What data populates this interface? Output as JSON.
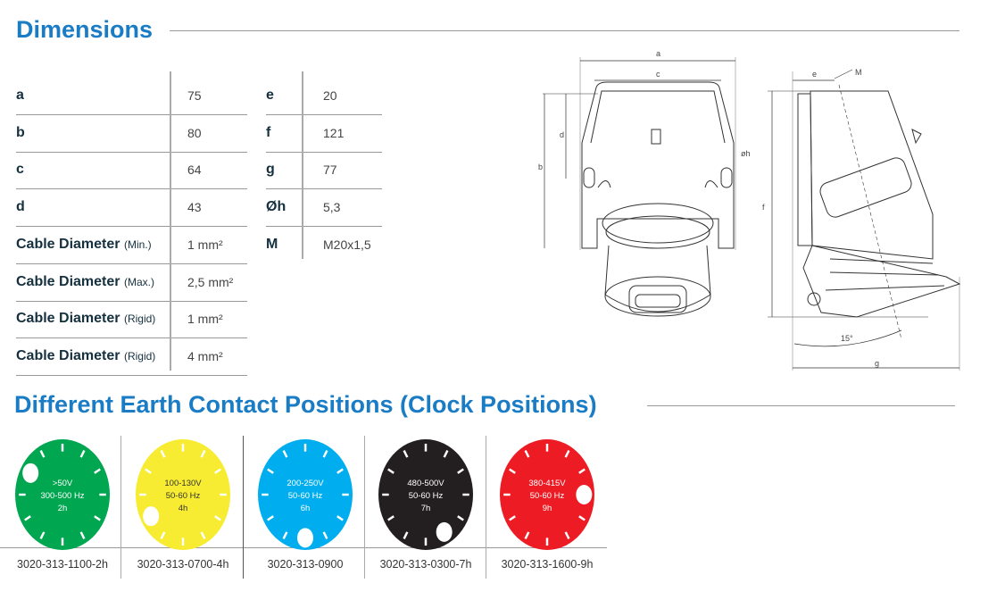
{
  "dimensions": {
    "title": "Dimensions",
    "left_rows": [
      {
        "label": "a",
        "qualifier": "",
        "value": "75"
      },
      {
        "label": "b",
        "qualifier": "",
        "value": "80"
      },
      {
        "label": "c",
        "qualifier": "",
        "value": "64"
      },
      {
        "label": "d",
        "qualifier": "",
        "value": "43"
      },
      {
        "label": "Cable Diameter",
        "qualifier": "(Min.)",
        "value": "1 mm²"
      },
      {
        "label": "Cable Diameter",
        "qualifier": "(Max.)",
        "value": "2,5 mm²"
      },
      {
        "label": "Cable Diameter",
        "qualifier": "(Rigid)",
        "value": "1 mm²"
      },
      {
        "label": "Cable Diameter",
        "qualifier": "(Rigid)",
        "value": "4 mm²"
      }
    ],
    "right_rows": [
      {
        "label": "e",
        "value": "20"
      },
      {
        "label": "f",
        "value": "121"
      },
      {
        "label": "g",
        "value": "77"
      },
      {
        "label": "Øh",
        "value": "5,3"
      },
      {
        "label": "M",
        "value": "M20x1,5"
      }
    ],
    "drawing_labels": {
      "a": "a",
      "c": "c",
      "d": "d",
      "b": "b",
      "h": "øh",
      "e": "e",
      "m": "M",
      "f": "f",
      "angle": "15°",
      "g": "g"
    }
  },
  "clock_section": {
    "title": "Different Earth Contact Positions (Clock Positions)",
    "items": [
      {
        "color": "#00a650",
        "text_color": "#ffffff",
        "line1": ">50V",
        "line2": "300-500 Hz",
        "line3": "2h",
        "hour": 2,
        "code": "3020-313-1100-2h"
      },
      {
        "color": "#f7ec31",
        "text_color": "#333333",
        "line1": "100-130V",
        "line2": "50-60 Hz",
        "line3": "4h",
        "hour": 4,
        "code": "3020-313-0700-4h"
      },
      {
        "color": "#00aeef",
        "text_color": "#ffffff",
        "line1": "200-250V",
        "line2": "50-60 Hz",
        "line3": "6h",
        "hour": 6,
        "code": "3020-313-0900"
      },
      {
        "color": "#231f20",
        "text_color": "#ffffff",
        "line1": "480-500V",
        "line2": "50-60 Hz",
        "line3": "7h",
        "hour": 7,
        "code": "3020-313-0300-7h"
      },
      {
        "color": "#ed1c24",
        "text_color": "#ffffff",
        "line1": "380-415V",
        "line2": "50-60 Hz",
        "line3": "9h",
        "hour": 9,
        "code": "3020-313-1600-9h"
      }
    ]
  }
}
